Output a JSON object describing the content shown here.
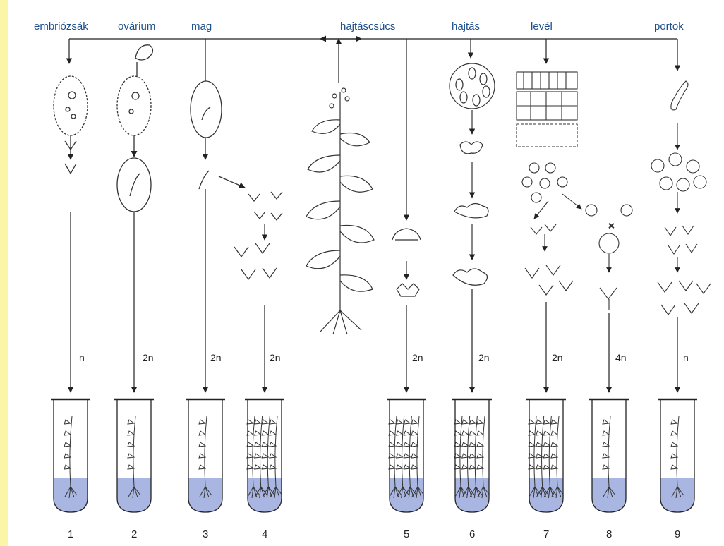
{
  "labels": {
    "embriozsak": "embriózsák",
    "ovarium": "ovárium",
    "mag": "mag",
    "hajtascsucs": "hajtáscsúcs",
    "hajtas": "hajtás",
    "level": "levél",
    "portok": "portok"
  },
  "ploidy": [
    "n",
    "2n",
    "2n",
    "2n",
    "2n",
    "2n",
    "2n",
    "4n",
    "n"
  ],
  "tube_numbers": [
    "1",
    "2",
    "3",
    "4",
    "5",
    "6",
    "7",
    "8",
    "9"
  ],
  "colors": {
    "page_background": "#fbf5a8",
    "label_text": "#1d4f8a",
    "medium": "#a9b6e2",
    "ink": "#222222"
  }
}
